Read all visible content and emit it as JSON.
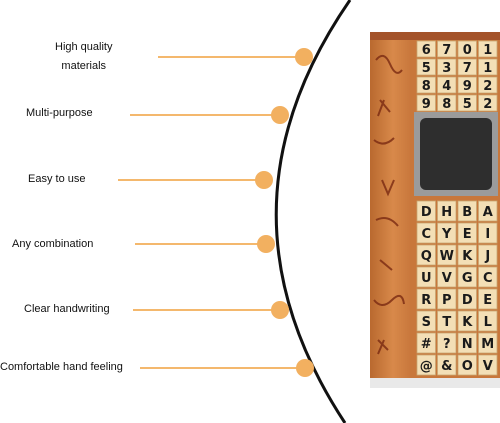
{
  "features": [
    {
      "line1": "High quality",
      "line2": "materials"
    },
    {
      "line1": "Multi-purpose"
    },
    {
      "line1": "Easy to use"
    },
    {
      "line1": "Any combination"
    },
    {
      "line1": "Clear handwriting"
    },
    {
      "line1": "Comfortable hand feeling"
    }
  ],
  "colors": {
    "accent": "#f4b86d",
    "dot": "#f2b060",
    "curve": "#111111",
    "box_orange": "#c8773b",
    "box_dark": "#8a3c1e",
    "stamp_wood": "#f3dfb6",
    "ink_pad": "#2e2e2e"
  },
  "stamp_rows_top": [
    [
      "6",
      "7",
      "0",
      "1"
    ],
    [
      "5",
      "3",
      "7",
      "1"
    ],
    [
      "8",
      "4",
      "9",
      "2"
    ],
    [
      "9",
      "8",
      "5",
      "2"
    ]
  ],
  "stamp_rows_bottom": [
    [
      "D",
      "H",
      "B",
      "A"
    ],
    [
      "C",
      "Y",
      "E",
      "I"
    ],
    [
      "Q",
      "W",
      "K",
      "J"
    ],
    [
      "U",
      "V",
      "G",
      "C"
    ],
    [
      "R",
      "P",
      "D",
      "E"
    ],
    [
      "S",
      "T",
      "K",
      "L"
    ],
    [
      "#",
      "?",
      "N",
      "M"
    ],
    [
      "@",
      "&",
      "O",
      "V"
    ]
  ]
}
